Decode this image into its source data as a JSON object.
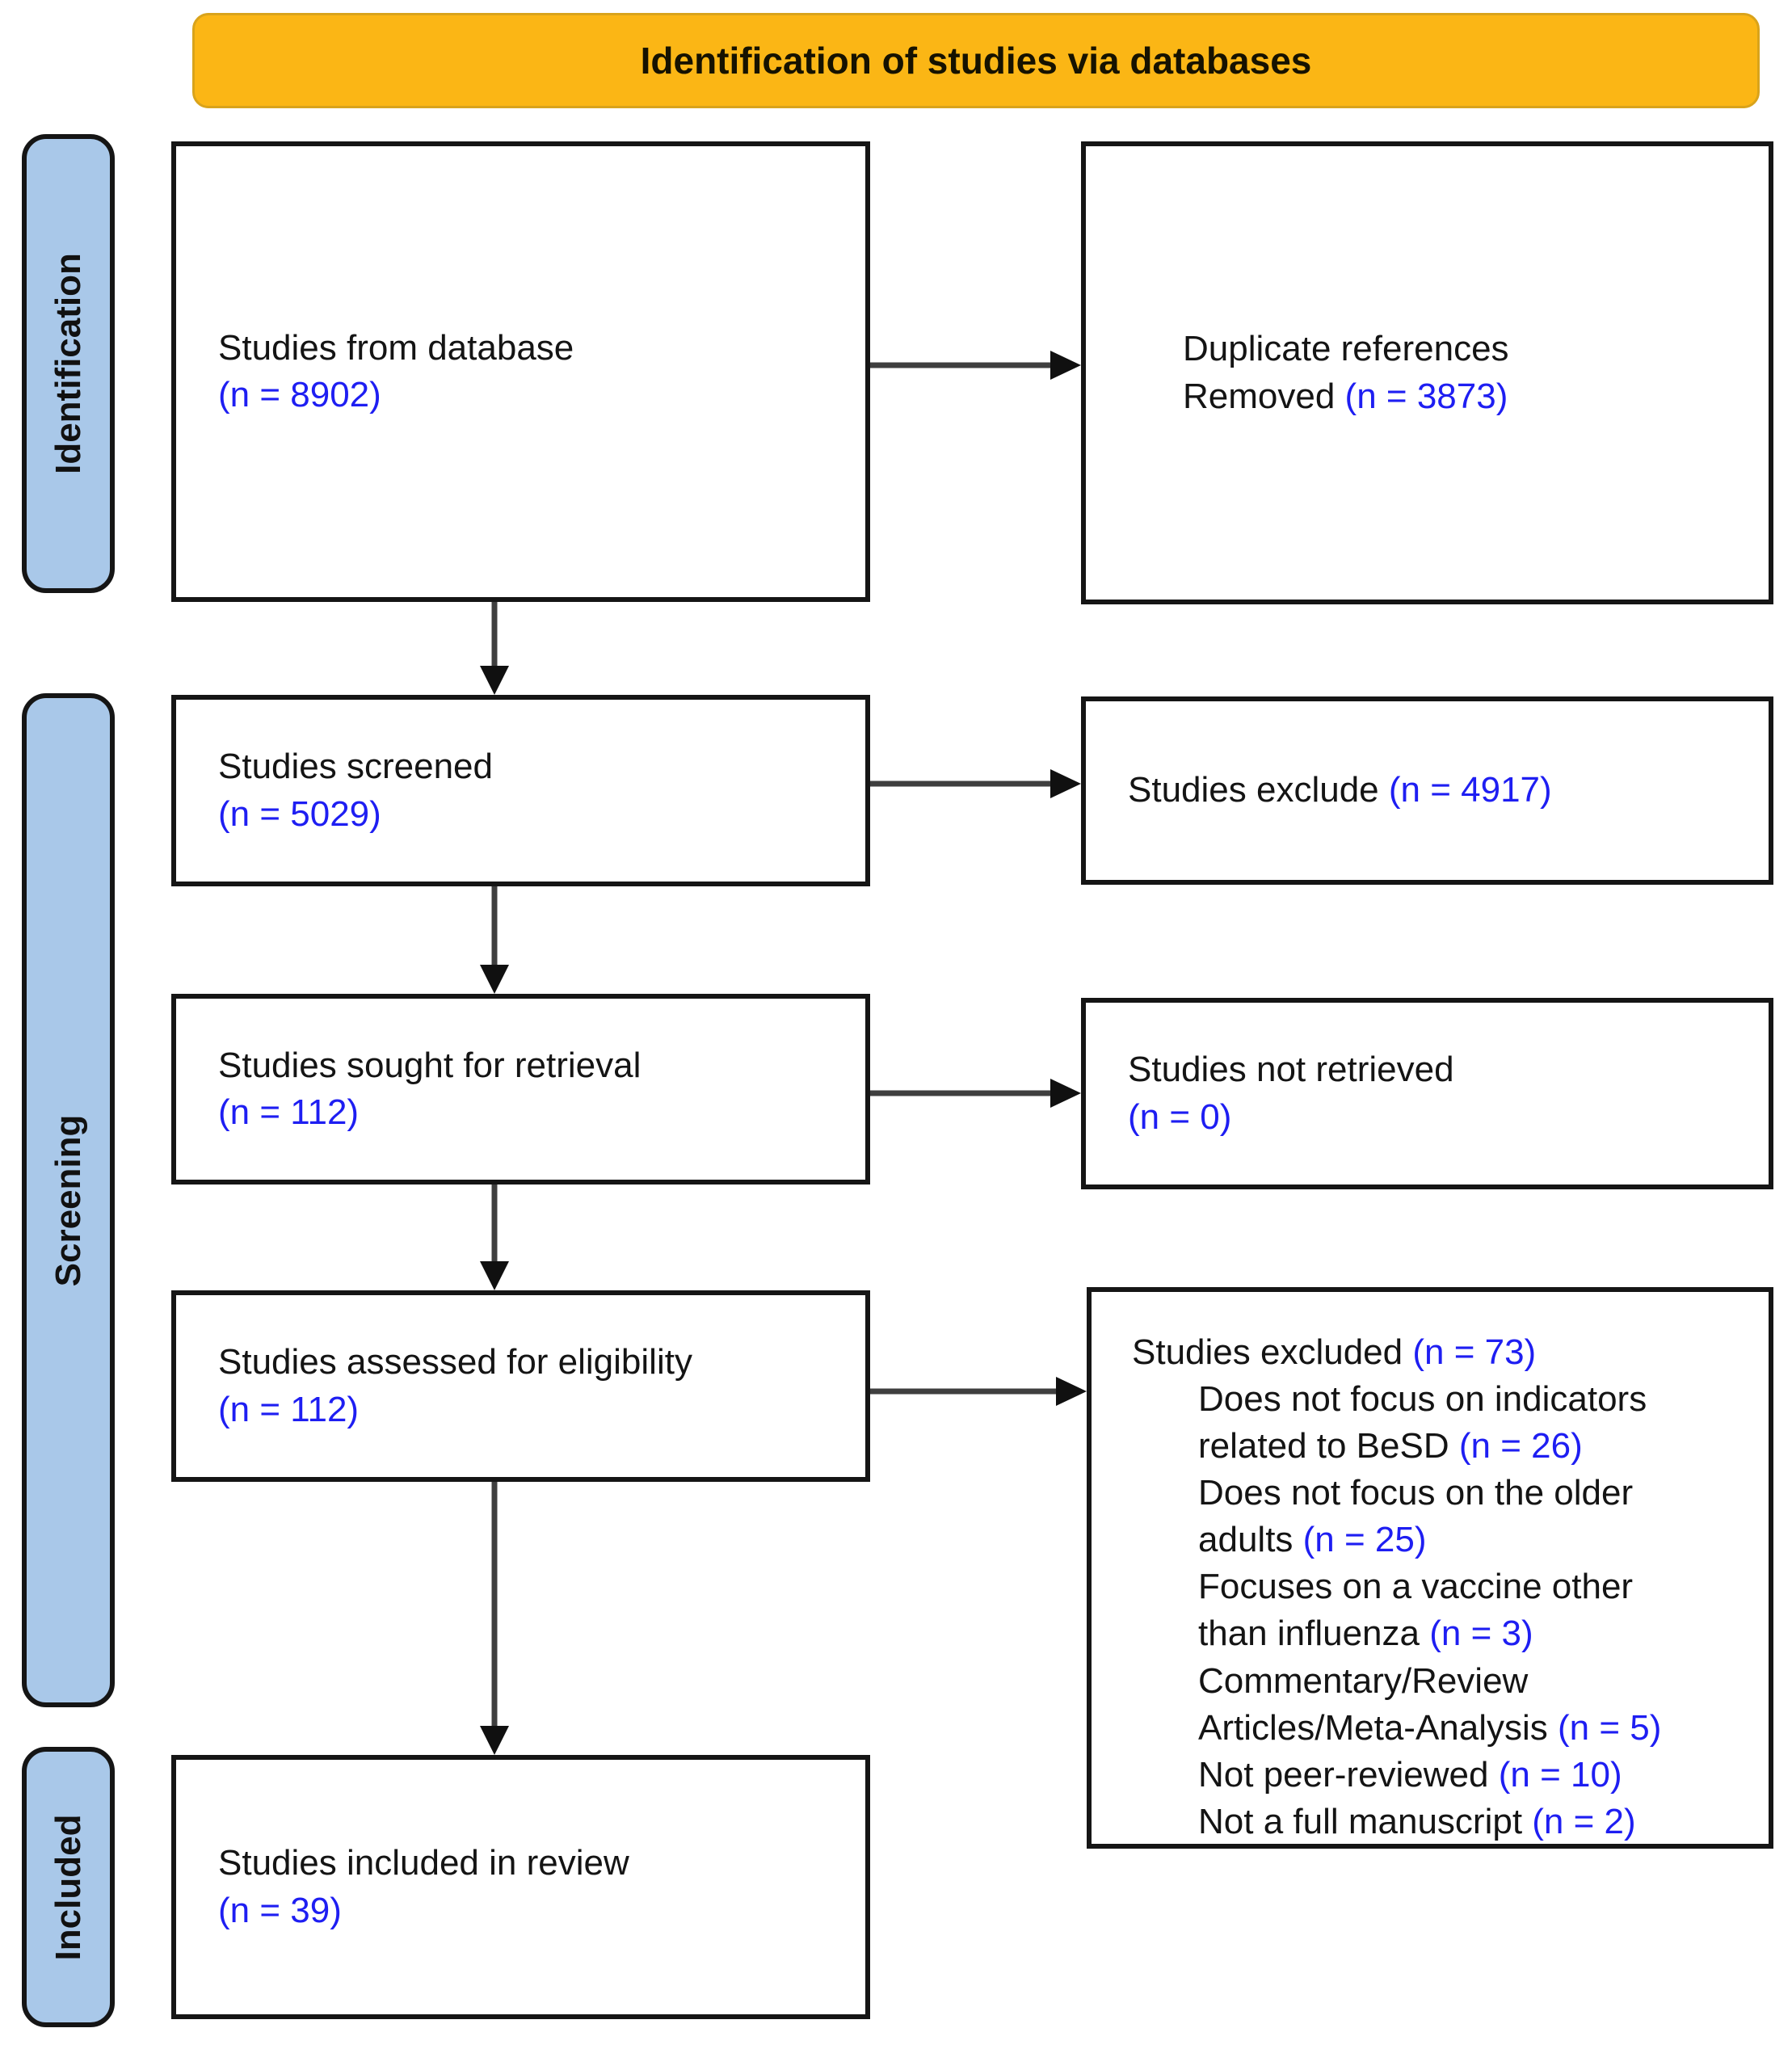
{
  "title": "Identification of studies via databases",
  "stages": [
    "Identification",
    "Screening",
    "Included"
  ],
  "colors": {
    "header_bg": "#fbb615",
    "stage_bg": "#a9c8e9",
    "accent_blue": "#1e1ef2"
  },
  "boxes": {
    "left": [
      {
        "id": "studies-from-database",
        "lines": [
          {
            "indent": false,
            "segs": [
              {
                "t": "Studies from database",
                "c": "k"
              }
            ]
          },
          {
            "indent": false,
            "segs": [
              {
                "t": "(n = 8902)",
                "c": "b"
              }
            ]
          }
        ]
      },
      {
        "id": "studies-screened",
        "lines": [
          {
            "indent": false,
            "segs": [
              {
                "t": "Studies screened",
                "c": "k"
              }
            ]
          },
          {
            "indent": false,
            "segs": [
              {
                "t": "(n = 5029)",
                "c": "b"
              }
            ]
          }
        ]
      },
      {
        "id": "studies-sought-for-retrieval",
        "lines": [
          {
            "indent": false,
            "segs": [
              {
                "t": "Studies sought for retrieval",
                "c": "k"
              }
            ]
          },
          {
            "indent": false,
            "segs": [
              {
                "t": "(n = 112)",
                "c": "b"
              }
            ]
          }
        ]
      },
      {
        "id": "studies-assessed-for-eligibility",
        "lines": [
          {
            "indent": false,
            "segs": [
              {
                "t": "Studies assessed for eligibility",
                "c": "k"
              }
            ]
          },
          {
            "indent": false,
            "segs": [
              {
                "t": "(n = 112)",
                "c": "b"
              }
            ]
          }
        ]
      },
      {
        "id": "studies-included-in-review",
        "lines": [
          {
            "indent": false,
            "segs": [
              {
                "t": "Studies included in review",
                "c": "k"
              }
            ]
          },
          {
            "indent": false,
            "segs": [
              {
                "t": "(n = 39)",
                "c": "b"
              }
            ]
          }
        ]
      }
    ],
    "right": [
      {
        "id": "duplicate-references-removed",
        "lines": [
          {
            "indent": false,
            "segs": [
              {
                "t": "Duplicate references",
                "c": "k"
              }
            ]
          },
          {
            "indent": false,
            "segs": [
              {
                "t": "Removed ",
                "c": "k"
              },
              {
                "t": "(n = 3873)",
                "c": "b"
              }
            ]
          }
        ]
      },
      {
        "id": "studies-exclude",
        "lines": [
          {
            "indent": false,
            "segs": [
              {
                "t": "Studies exclude ",
                "c": "k"
              },
              {
                "t": "(n = 4917)",
                "c": "b"
              }
            ]
          }
        ]
      },
      {
        "id": "studies-not-retrieved",
        "lines": [
          {
            "indent": false,
            "segs": [
              {
                "t": "Studies not retrieved",
                "c": "k"
              }
            ]
          },
          {
            "indent": false,
            "segs": [
              {
                "t": "(n = 0)",
                "c": "b"
              }
            ]
          }
        ]
      },
      {
        "id": "studies-excluded-reasons",
        "lines": [
          {
            "indent": false,
            "segs": [
              {
                "t": "Studies excluded ",
                "c": "k"
              },
              {
                "t": "(n = 73)",
                "c": "b"
              }
            ]
          },
          {
            "indent": true,
            "segs": [
              {
                "t": "Does not focus on indicators",
                "c": "k"
              }
            ]
          },
          {
            "indent": true,
            "segs": [
              {
                "t": "related to BeSD ",
                "c": "k"
              },
              {
                "t": "(n = 26)",
                "c": "b"
              }
            ]
          },
          {
            "indent": true,
            "segs": [
              {
                "t": "Does not focus on the older",
                "c": "k"
              }
            ]
          },
          {
            "indent": true,
            "segs": [
              {
                "t": "adults ",
                "c": "k"
              },
              {
                "t": "(n = 25)",
                "c": "b"
              }
            ]
          },
          {
            "indent": true,
            "segs": [
              {
                "t": "Focuses on a vaccine other",
                "c": "k"
              }
            ]
          },
          {
            "indent": true,
            "segs": [
              {
                "t": "than influenza ",
                "c": "k"
              },
              {
                "t": "(n = 3)",
                "c": "b"
              }
            ]
          },
          {
            "indent": true,
            "segs": [
              {
                "t": "Commentary/Review",
                "c": "k"
              }
            ]
          },
          {
            "indent": true,
            "segs": [
              {
                "t": "Articles/Meta-Analysis ",
                "c": "k"
              },
              {
                "t": "(n = 5)",
                "c": "b"
              }
            ]
          },
          {
            "indent": true,
            "segs": [
              {
                "t": "Not peer-reviewed ",
                "c": "k"
              },
              {
                "t": "(n = 10)",
                "c": "b"
              }
            ]
          },
          {
            "indent": true,
            "segs": [
              {
                "t": "Not a full manuscript ",
                "c": "k"
              },
              {
                "t": "(n = 2)",
                "c": "b"
              }
            ]
          }
        ]
      }
    ]
  }
}
